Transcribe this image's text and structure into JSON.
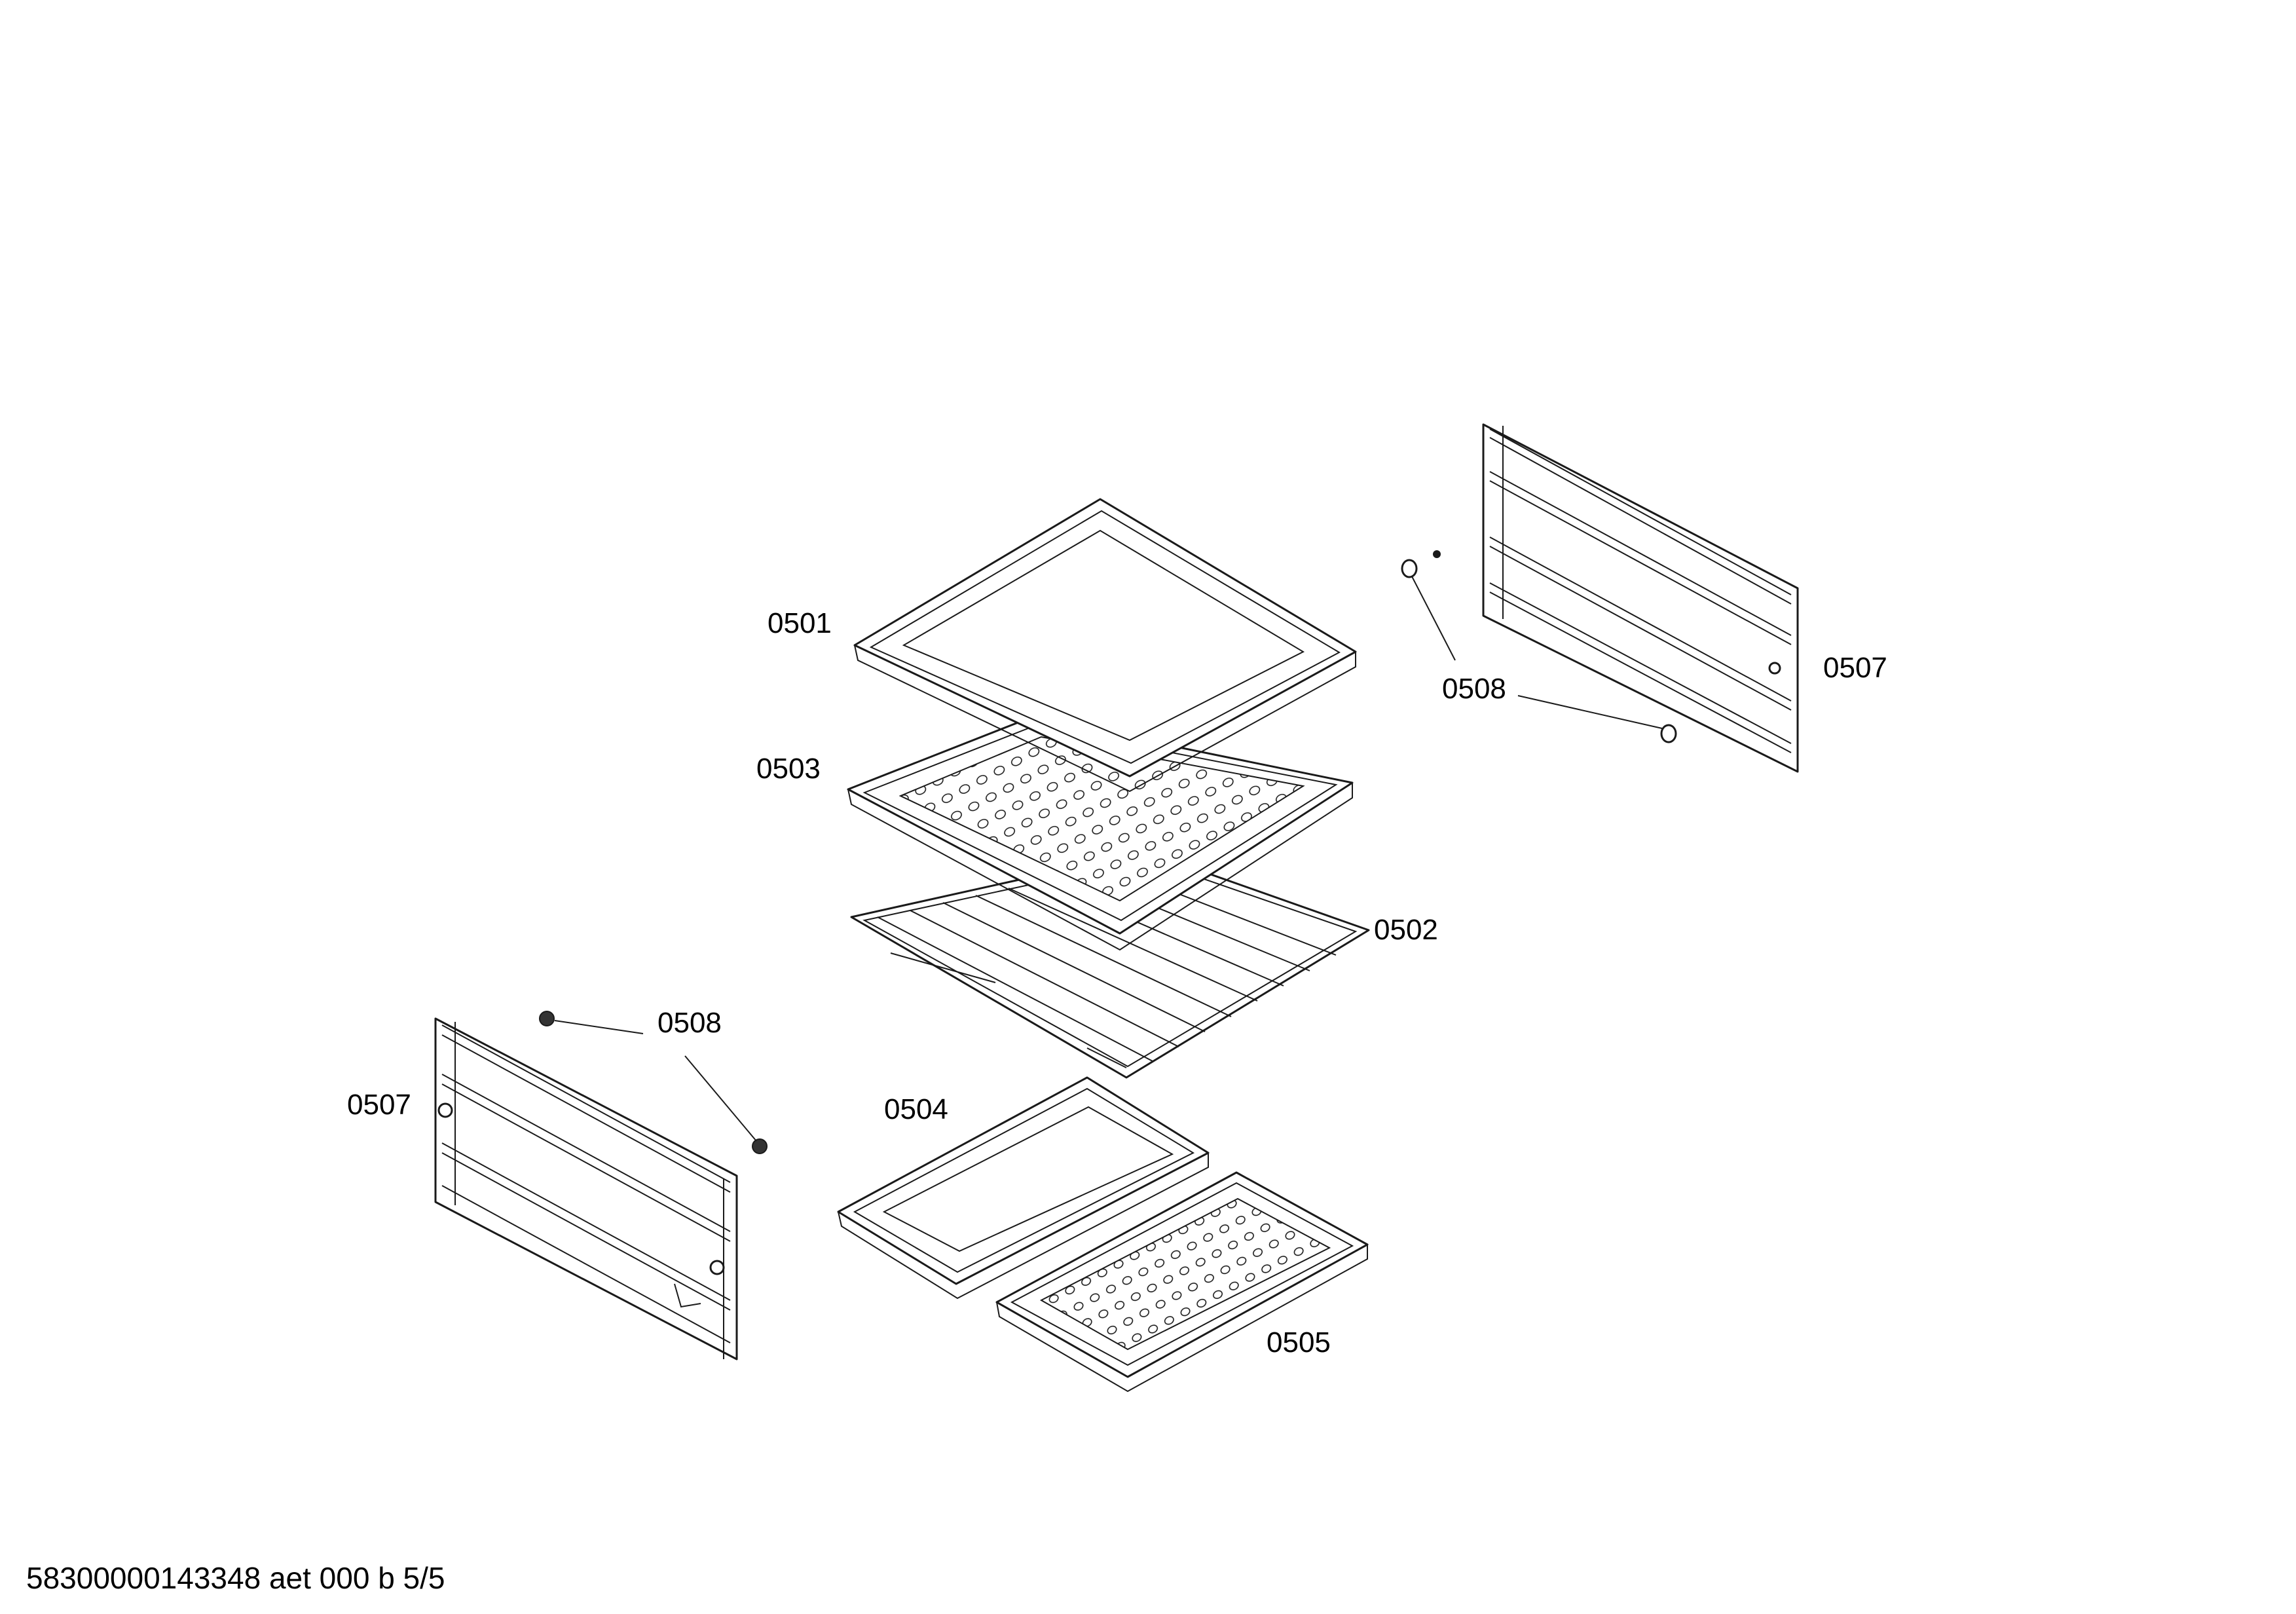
{
  "callouts": {
    "tray_0501": "0501",
    "perforated_tray_0503": "0503",
    "wire_rack_0502": "0502",
    "side_rail_right_0507": "0507",
    "screw_right_0508": "0508",
    "screw_left_0508": "0508",
    "side_rail_left_0507": "0507",
    "small_tray_0504": "0504",
    "small_perforated_tray_0505": "0505"
  },
  "footer": {
    "document_code": "58300000143348 aet 000 b 5/5"
  },
  "colors": {
    "line": "#1a1a1a",
    "background": "#ffffff"
  }
}
